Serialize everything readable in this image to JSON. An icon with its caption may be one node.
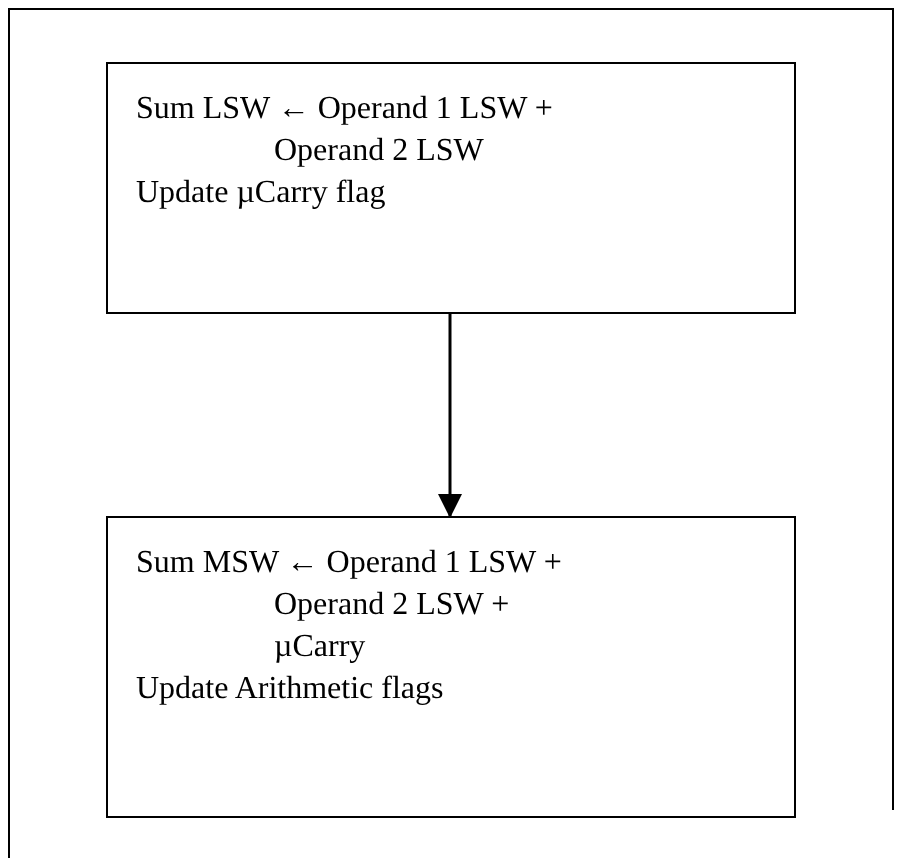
{
  "diagram": {
    "nodes": [
      {
        "text": [
          "Sum LSW **←** Operand 1 LSW + Operand 2 LSW",
          "Update µCarry flag"
        ]
      },
      {
        "text": [
          "Sum MSW **←** Operand 1 LSW + Operand 2 LSW + µCarry",
          "Update Arithmetic flags"
        ]
      }
    ],
    "edges": [
      {
        "from": 0,
        "to": 1,
        "arrow": "to"
      }
    ]
  }
}
